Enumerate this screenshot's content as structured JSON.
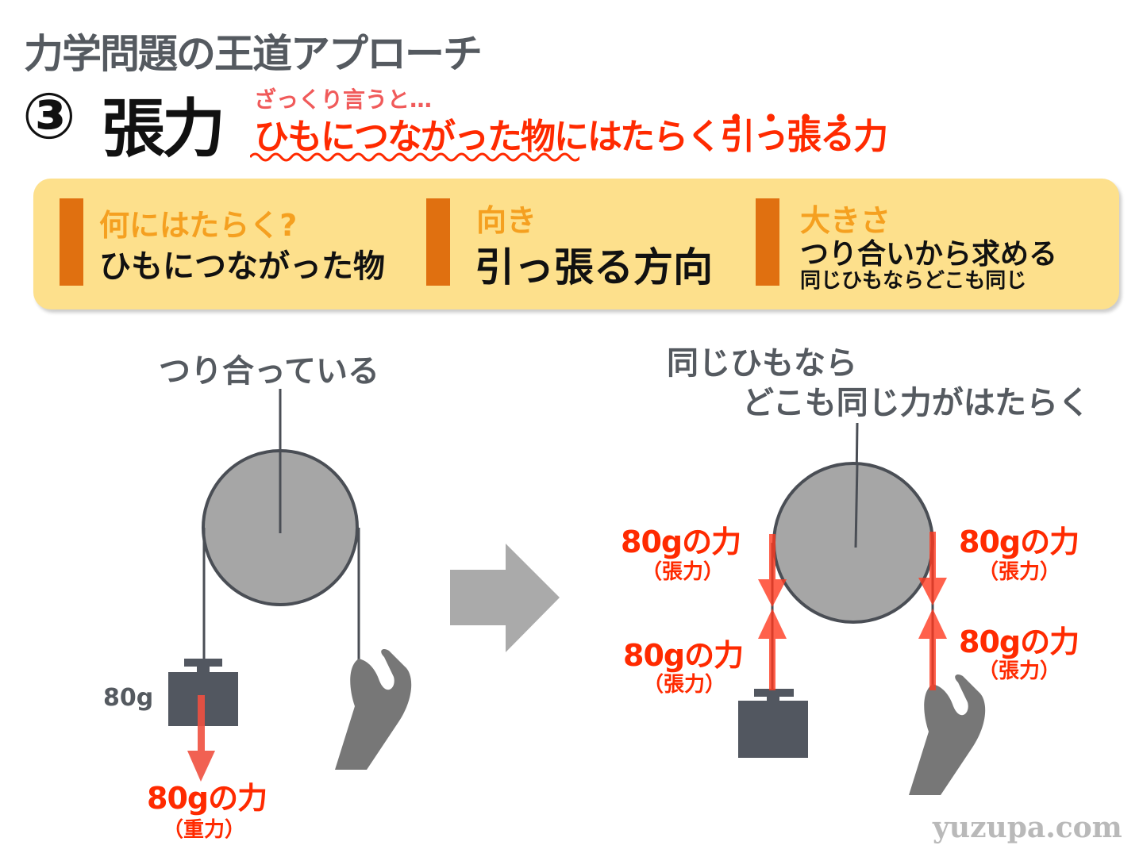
{
  "header": {
    "title": "力学問題の王道アプローチ",
    "number": "③",
    "topic": "張力",
    "lead": "ざっくり言うと…",
    "summary_part1": "ひもにつながった物",
    "summary_part2": "にはたらく",
    "summary_emphasis": "引っ張る",
    "summary_part3": "力"
  },
  "info": [
    {
      "key": "何にはたらく?",
      "value": "ひもにつながった物"
    },
    {
      "key": "向き",
      "value": "引っ張る方向"
    },
    {
      "key": "大きさ",
      "value": "つり合いから求める",
      "note": "同じひもならどこも同じ"
    }
  ],
  "left_diagram": {
    "caption": "つり合っている",
    "weight_label": "80g",
    "force_label": "80gの力",
    "force_type": "（重力）"
  },
  "right_diagram": {
    "caption_line1": "同じひもなら",
    "caption_line2": "どこも同じ力がはたらく",
    "forces": [
      {
        "label": "80gの力",
        "type": "（張力）"
      },
      {
        "label": "80gの力",
        "type": "（張力）"
      },
      {
        "label": "80gの力",
        "type": "（張力）"
      },
      {
        "label": "80gの力",
        "type": "（張力）"
      }
    ]
  },
  "colors": {
    "accent_red": "#ff2a00",
    "orange": "#e07010",
    "box": "#fde08c",
    "gray": "#555a60"
  },
  "watermark": "yuzupa.com"
}
